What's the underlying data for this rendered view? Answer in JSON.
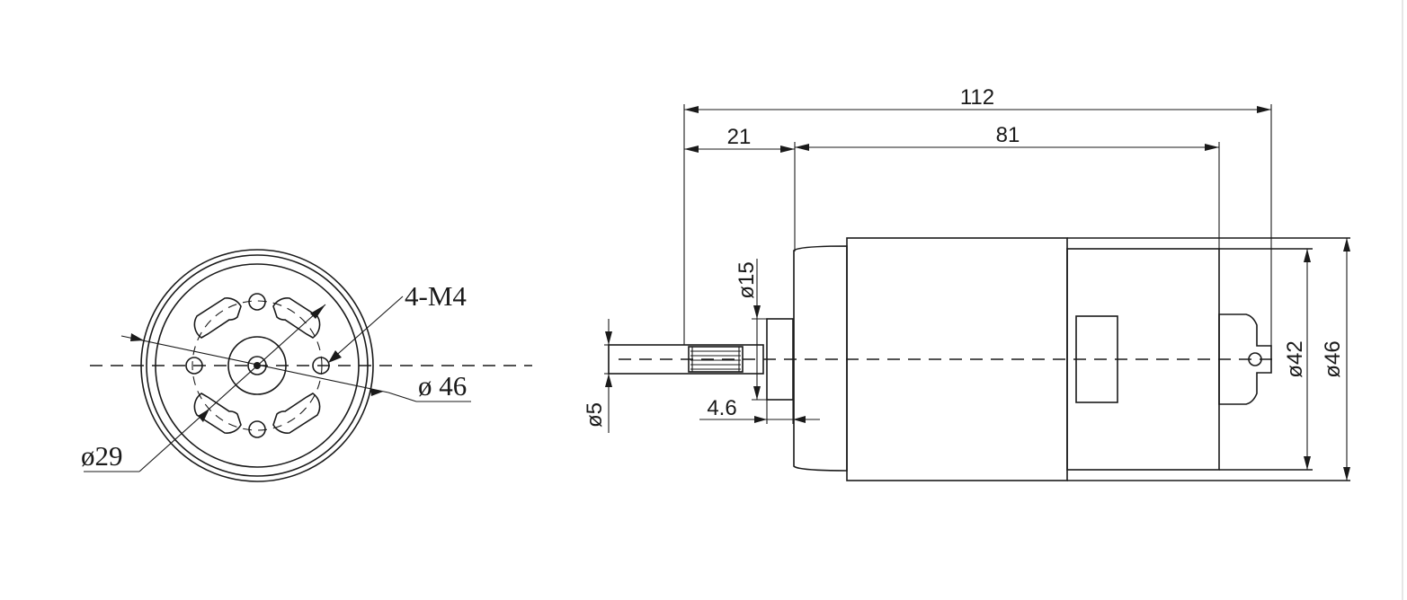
{
  "front_view": {
    "hole_callout": "4-M4",
    "outer_diameter": "ø 46",
    "bolt_circle_diameter": "ø29"
  },
  "side_view": {
    "overall_length": "112",
    "shaft_length": "21",
    "body_length": "81",
    "boss_diameter": "ø15",
    "shaft_diameter": "ø5",
    "boss_height": "4.6",
    "body_diameter": "ø42",
    "flange_diameter": "ø46"
  }
}
